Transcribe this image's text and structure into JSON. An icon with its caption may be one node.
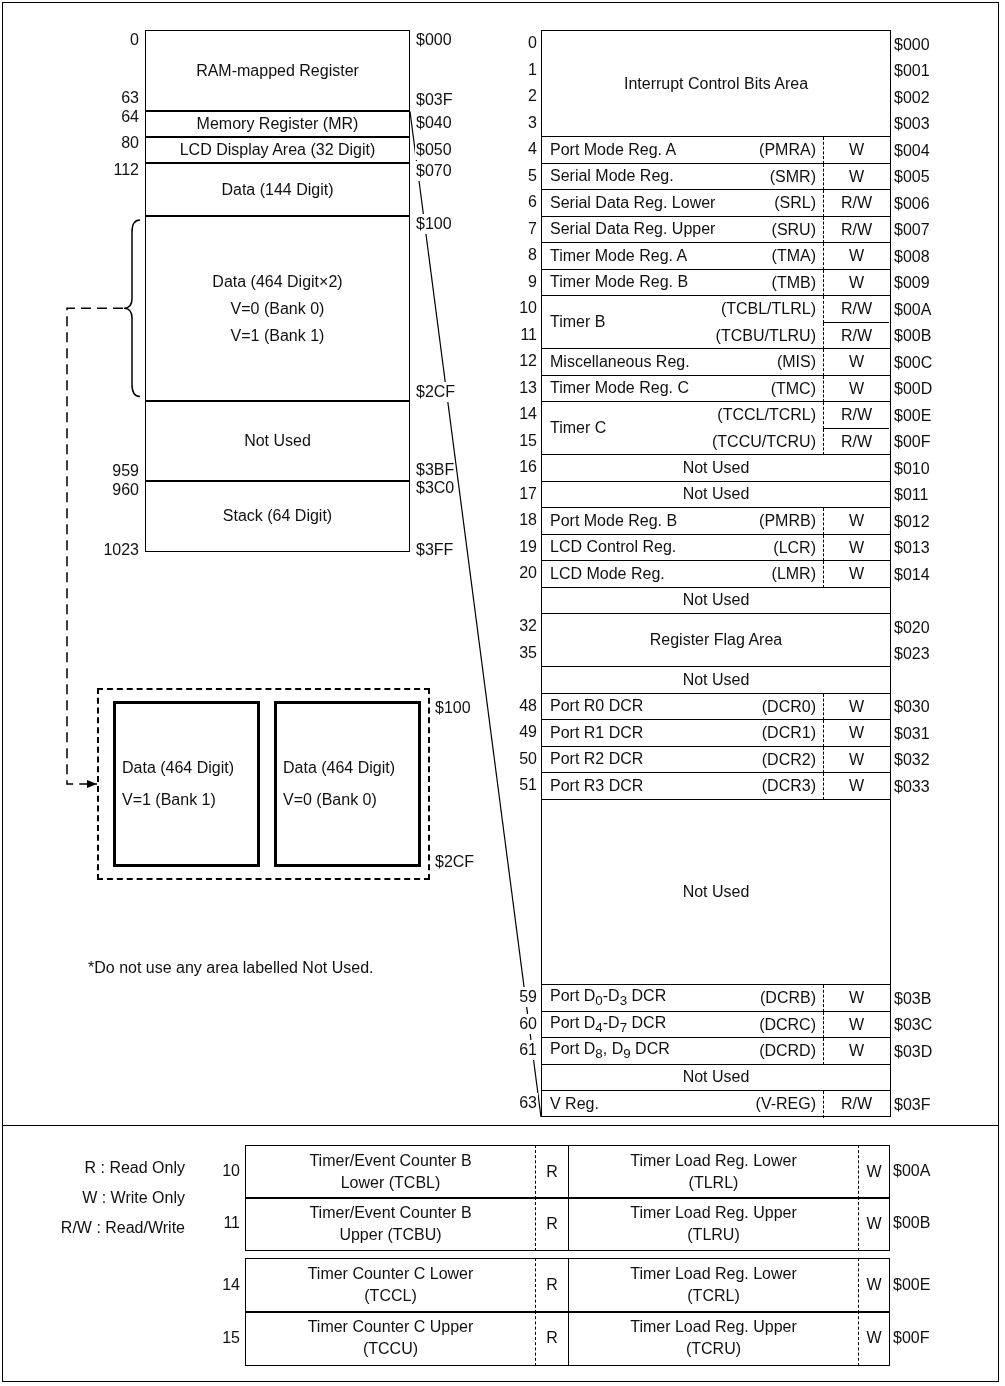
{
  "diagram": {
    "nodes": [
      {
        "text": [
          "RAM-mapped Register"
        ],
        "beside": [
          "0",
          "63",
          "$000",
          "$03F"
        ]
      },
      {
        "text": [
          "Memory Register (MR)"
        ],
        "beside": [
          "64",
          "$040"
        ]
      },
      {
        "text": [
          "LCD Display Area (32 Digit)"
        ],
        "beside": [
          "80",
          "$050"
        ]
      },
      {
        "text": [
          "Data (144 Digit)"
        ],
        "beside": [
          "112",
          "$070"
        ]
      },
      {
        "text": [
          "Data (464 Digit×2)",
          "V=0 (Bank 0)",
          "V=1 (Bank 1)"
        ],
        "beside": [
          "$100",
          "$2CF"
        ]
      },
      {
        "text": [
          "Not Used"
        ],
        "beside": [
          "959",
          "$3BF"
        ]
      },
      {
        "text": [
          "Stack (64 Digit)"
        ],
        "beside": [
          "960",
          "1023",
          "$3C0",
          "$3FF"
        ]
      },
      {
        "text": [],
        "shape": "box",
        "beside": [
          "$100",
          "$2CF"
        ]
      },
      {
        "text": [
          "Data (464 Digit)",
          "V=1 (Bank 1)"
        ],
        "in": 7
      },
      {
        "text": [
          "Data (464 Digit)",
          "V=0 (Bank 0)"
        ],
        "in": 7
      },
      {
        "text": [],
        "shape": "box"
      },
      {
        "text": [
          "Interrupt Control Bits Area"
        ],
        "in": 10,
        "beside": [
          "0",
          "1",
          "2",
          "3",
          "$000",
          "$001",
          "$002",
          "$003"
        ]
      },
      {
        "text": [
          "Port Mode Reg. A",
          "(PMRA)",
          "W"
        ],
        "in": 10,
        "beside": [
          "4",
          "$004"
        ]
      },
      {
        "text": [
          "Serial Mode Reg.",
          "(SMR)",
          "W"
        ],
        "in": 10,
        "beside": [
          "5",
          "$005"
        ]
      },
      {
        "text": [
          "Serial Data Reg. Lower",
          "(SRL)",
          "R/W"
        ],
        "in": 10,
        "beside": [
          "6",
          "$006"
        ]
      },
      {
        "text": [
          "Serial Data Reg. Upper",
          "(SRU)",
          "R/W"
        ],
        "in": 10,
        "beside": [
          "7",
          "$007"
        ]
      },
      {
        "text": [
          "Timer Mode Reg. A",
          "(TMA)",
          "W"
        ],
        "in": 10,
        "beside": [
          "8",
          "$008"
        ]
      },
      {
        "text": [
          "Timer Mode Reg. B",
          "(TMB)",
          "W"
        ],
        "in": 10,
        "beside": [
          "9",
          "$009"
        ]
      },
      {
        "text": [
          "Timer B",
          "(TCBL/TLRL)",
          "R/W",
          "(TCBU/TLRU)",
          "R/W"
        ],
        "in": 10,
        "beside": [
          "10",
          "11",
          "$00A",
          "$00B"
        ]
      },
      {
        "text": [
          "Miscellaneous Reg.",
          "(MIS)",
          "W"
        ],
        "in": 10,
        "beside": [
          "12",
          "$00C"
        ]
      },
      {
        "text": [
          "Timer Mode Reg. C",
          "(TMC)",
          "W"
        ],
        "in": 10,
        "beside": [
          "13",
          "$00D"
        ]
      },
      {
        "text": [
          "Timer C",
          "(TCCL/TCRL)",
          "R/W",
          "(TCCU/TCRU)",
          "R/W"
        ],
        "in": 10,
        "beside": [
          "14",
          "15",
          "$00E",
          "$00F"
        ]
      },
      {
        "text": [
          "Not Used"
        ],
        "in": 10,
        "beside": [
          "16",
          "$010"
        ]
      },
      {
        "text": [
          "Not Used"
        ],
        "in": 10,
        "beside": [
          "17",
          "$011"
        ]
      },
      {
        "text": [
          "Port Mode Reg. B",
          "(PMRB)",
          "W"
        ],
        "in": 10,
        "beside": [
          "18",
          "$012"
        ]
      },
      {
        "text": [
          "LCD Control Reg.",
          "(LCR)",
          "W"
        ],
        "in": 10,
        "beside": [
          "19",
          "$013"
        ]
      },
      {
        "text": [
          "LCD Mode Reg.",
          "(LMR)",
          "W"
        ],
        "in": 10,
        "beside": [
          "20",
          "$014"
        ]
      },
      {
        "text": [
          "Not Used"
        ],
        "in": 10
      },
      {
        "text": [
          "Register Flag Area"
        ],
        "in": 10,
        "beside": [
          "32",
          "35",
          "$020",
          "$023"
        ]
      },
      {
        "text": [
          "Not Used"
        ],
        "in": 10
      },
      {
        "text": [
          "Port R0 DCR",
          "(DCR0)",
          "W"
        ],
        "in": 10,
        "beside": [
          "48",
          "$030"
        ]
      },
      {
        "text": [
          "Port R1 DCR",
          "(DCR1)",
          "W"
        ],
        "in": 10,
        "beside": [
          "49",
          "$031"
        ]
      },
      {
        "text": [
          "Port R2 DCR",
          "(DCR2)",
          "W"
        ],
        "in": 10,
        "beside": [
          "50",
          "$032"
        ]
      },
      {
        "text": [
          "Port R3 DCR",
          "(DCR3)",
          "W"
        ],
        "in": 10,
        "beside": [
          "51",
          "$033"
        ]
      },
      {
        "text": [
          "Not Used"
        ],
        "in": 10
      },
      {
        "text": [
          "Port D$_{0}$-D$_{3}$ DCR",
          "(DCRB)",
          "W"
        ],
        "in": 10,
        "beside": [
          "59",
          "$03B"
        ]
      },
      {
        "text": [
          "Port D$_{4}$-D$_{7}$ DCR",
          "(DCRC)",
          "W"
        ],
        "in": 10,
        "beside": [
          "60",
          "$03C"
        ]
      },
      {
        "text": [
          "Port D$_{8}$, D$_{9}$ DCR",
          "(DCRD)",
          "W"
        ],
        "in": 10,
        "beside": [
          "61",
          "$03D"
        ]
      },
      {
        "text": [
          "Not Used"
        ],
        "in": 10
      },
      {
        "text": [
          "V Reg.",
          "(V-REG)",
          "R/W"
        ],
        "in": 10,
        "beside": [
          "63"
        ]
      }
    ],
    "edges": [
      {
        "from": 0,
        "to": 10,
        "arrow": "none"
      },
      {
        "from": 4,
        "to": 7,
        "arrow": "to",
        "style": "dashed"
      }
    ],
    "labels": [
      "*Do not use any area labelled Not Used.",
      "$03F",
      "R : Read Only",
      "W : Write Only",
      "R/W : Read/Write",
      "10",
      "Timer/Event Counter B Lower (TCBL)",
      "R",
      "Timer Load Reg. Lower (TLRL)",
      "W",
      "$00A",
      "11",
      "Timer/Event Counter B Upper (TCBU)",
      "R",
      "Timer Load Reg. Upper (TLRU)",
      "W",
      "$00B",
      "14",
      "Timer Counter C Lower (TCCL)",
      "R",
      "Timer Load Reg. Lower (TCRL)",
      "W",
      "$00E",
      "15",
      "Timer Counter C Upper (TCCU)",
      "R",
      "Timer Load Reg. Upper (TCRU)",
      "W",
      "$00F"
    ]
  }
}
